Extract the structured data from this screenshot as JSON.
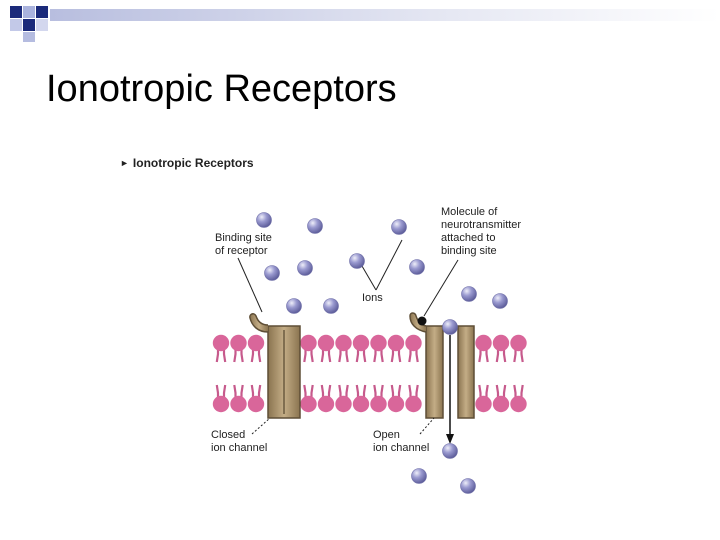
{
  "slide": {
    "title": "Ionotropic Receptors"
  },
  "figure": {
    "heading": "Ionotropic Receptors",
    "labels": {
      "binding_site": [
        "Binding site",
        "of receptor"
      ],
      "molecule": [
        "Molecule of",
        "neurotransmitter",
        "attached to",
        "binding site"
      ],
      "ions": "Ions",
      "closed_channel": [
        "Closed",
        "ion channel"
      ],
      "open_channel": [
        "Open",
        "ion channel"
      ]
    }
  },
  "colors": {
    "membrane_head": "#d9669a",
    "membrane_tail": "#c65a8c",
    "channel_protein": "#a08a66",
    "channel_outline": "#5e4e36",
    "ion": "#8f8fc7",
    "ion_highlight": "#e8e8f6",
    "header_square_dark": "#1b2a7a",
    "header_square_light": "#9aa6d6"
  }
}
